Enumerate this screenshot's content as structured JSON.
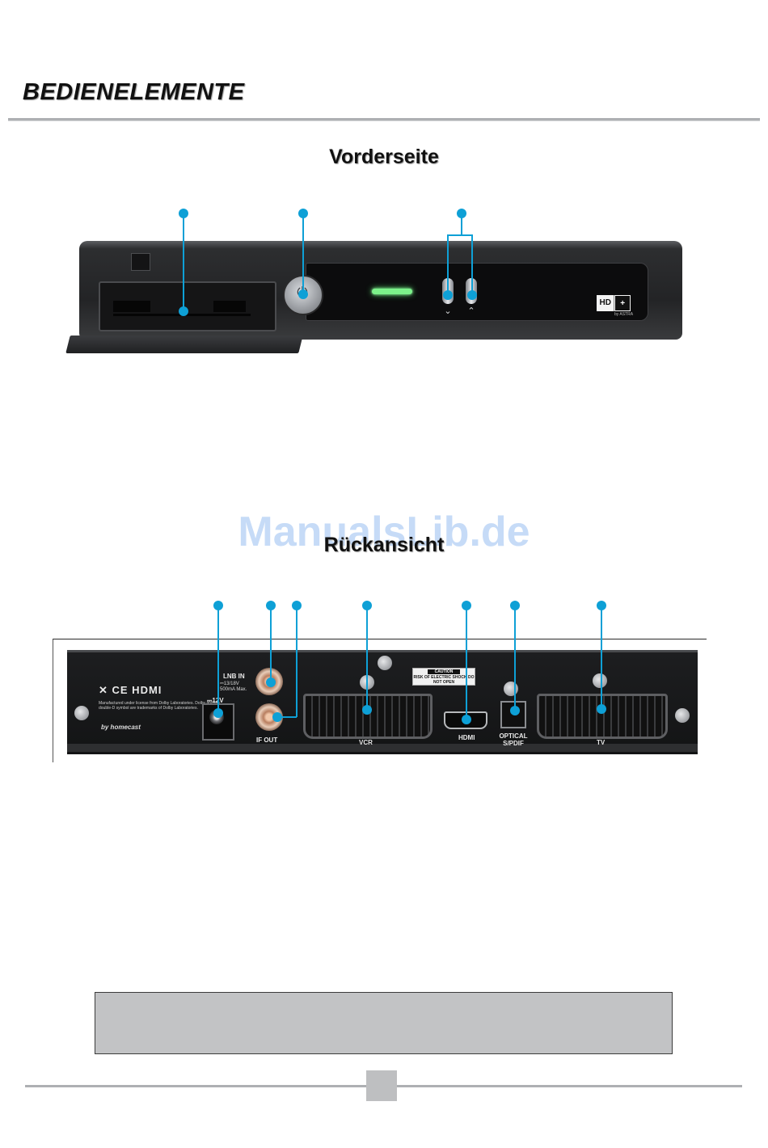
{
  "page": {
    "section_title": "BEDIENELEMENTE",
    "front_heading": "Vorderseite",
    "rear_heading": "Rückansicht",
    "watermark": "ManualsLib.de"
  },
  "front_panel": {
    "hd_logo_left": "HD",
    "hd_logo_right": "+",
    "astra_text": "by ASTRA",
    "ch_down_symbol": "⌄",
    "ch_up_symbol": "⌃",
    "power_symbol": "⏻"
  },
  "rear_panel": {
    "logos": "✕ CE HDMI",
    "license_text": "Manufactured under license from Dolby Laboratories. Dolby and the double-D symbol are trademarks of Dolby Laboratories.",
    "brand": "by homecast",
    "dc_label": "⎓12V",
    "lnb_label": "LNB IN",
    "lnb_spec_1": "⎓13/18V",
    "lnb_spec_2": "500mA Max.",
    "if_out_label": "IF OUT",
    "vcr_label": "VCR",
    "caution_head": "CAUTION",
    "caution_text": "RISK OF ELECTRIC SHOCK DO NOT OPEN",
    "hdmi_label": "HDMI",
    "optical_label_1": "OPTICAL",
    "optical_label_2": "S/PDIF",
    "tv_label": "TV"
  },
  "colors": {
    "callout": "#0ea0d6",
    "note_box": "#c2c3c5",
    "rule": "#aeb0b3"
  }
}
